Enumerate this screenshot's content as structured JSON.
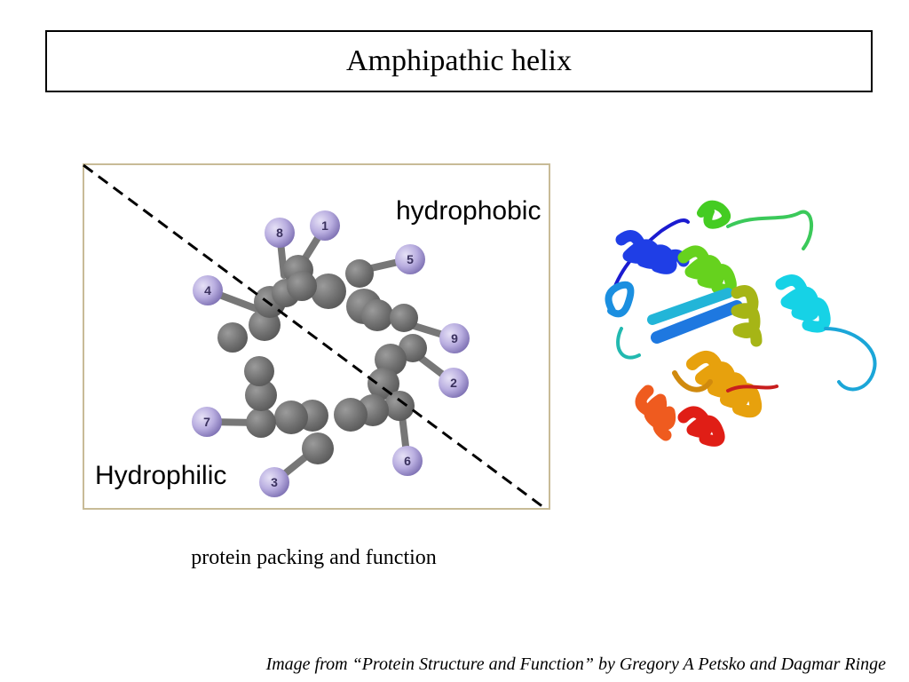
{
  "title": "Amphipathic helix",
  "labels": {
    "hydrophobic": "hydrophobic",
    "hydrophilic": "Hydrophilic"
  },
  "residue_numbers": [
    "1",
    "2",
    "3",
    "4",
    "5",
    "6",
    "7",
    "8",
    "9"
  ],
  "caption": "protein packing and function",
  "credit": "Image from “Protein Structure and Function” by Gregory A Petsko and Dagmar Ringe",
  "colors": {
    "residue_ball": "#b9aee0",
    "backbone": "#707070",
    "frame": "#c8bb97"
  }
}
